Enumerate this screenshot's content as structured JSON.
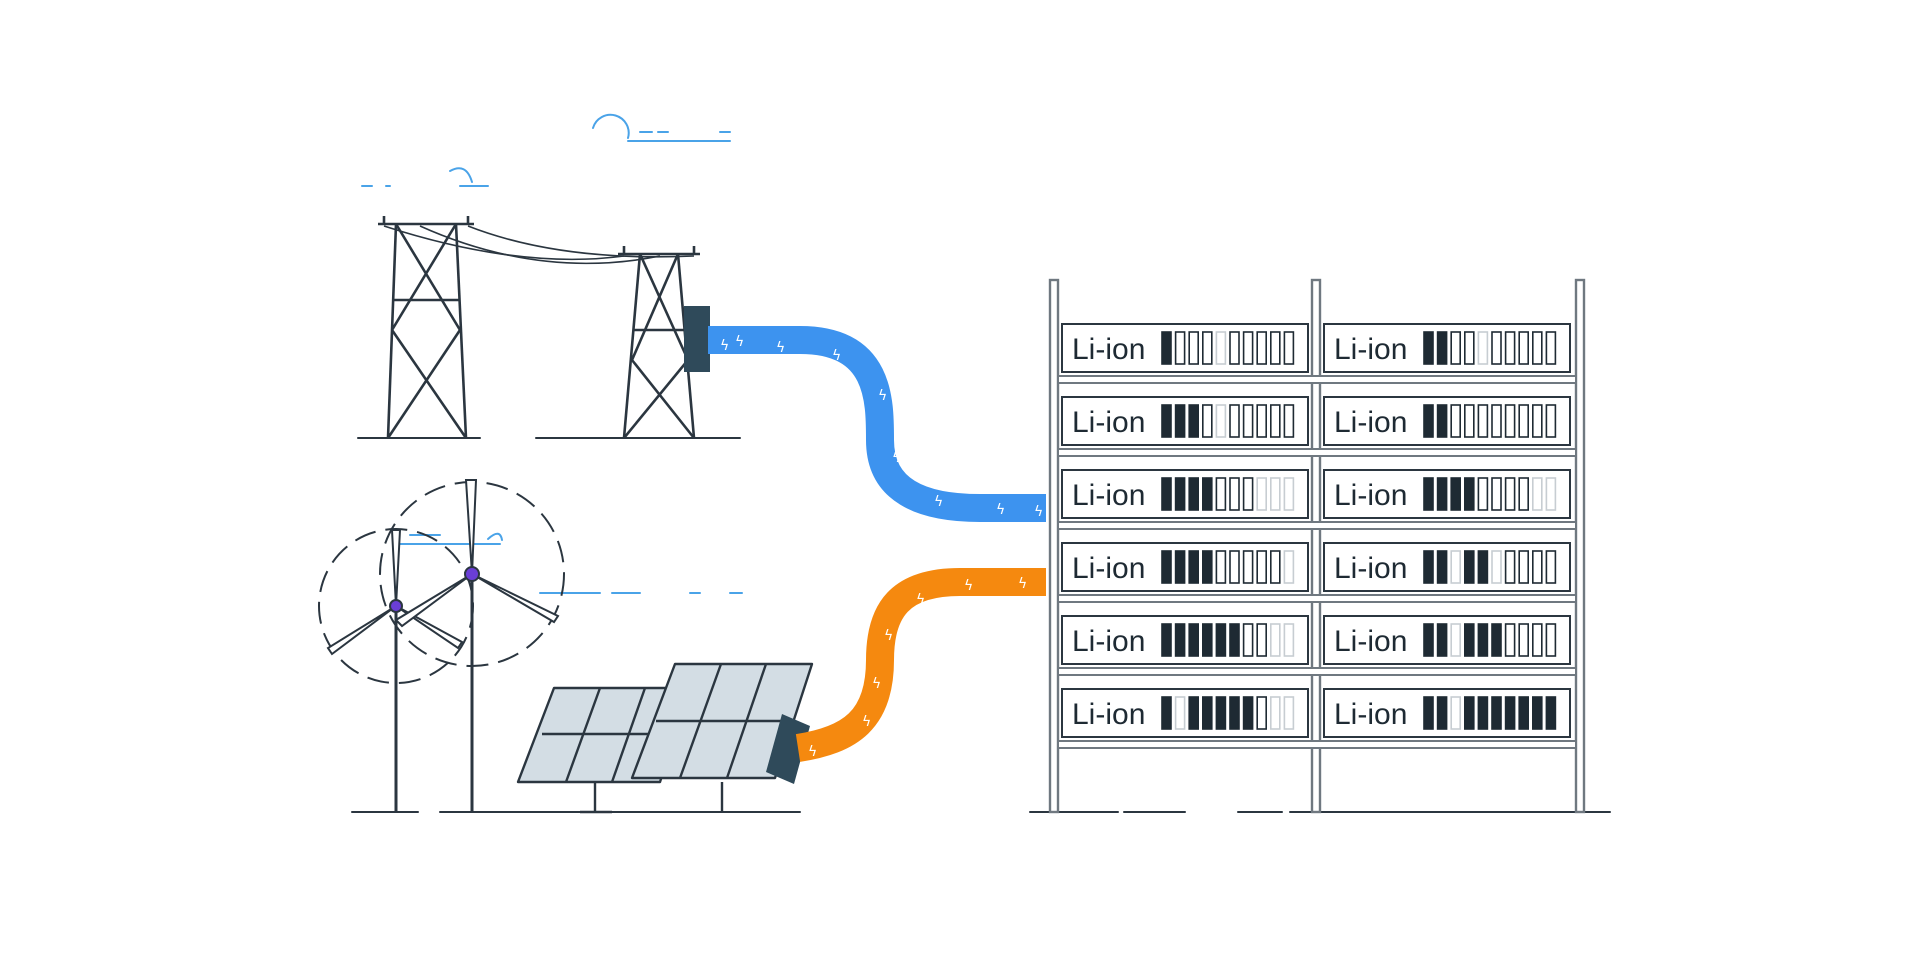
{
  "colors": {
    "ink": "#2b3640",
    "rack": "#6f7880",
    "grid_cable": "#3d93ef",
    "solar_cable": "#f5890f",
    "sky": "#4aa3e8",
    "panel_glass": "#d3dde4",
    "connector": "#2f4a5a",
    "hub": "#6a3ed6"
  },
  "icons": {
    "grid_tower": "transmission-tower-icon",
    "wind_turbine": "wind-turbine-icon",
    "solar_panel": "solar-panel-icon",
    "battery": "battery-cells-icon"
  },
  "rack": {
    "columns": 2,
    "modules": [
      {
        "label": "Li-ion",
        "cells": [
          1,
          0,
          0,
          0,
          0.5,
          0,
          0,
          0,
          0,
          0
        ]
      },
      {
        "label": "Li-ion",
        "cells": [
          1,
          1,
          0,
          0,
          0.5,
          0,
          0,
          0,
          0,
          0
        ]
      },
      {
        "label": "Li-ion",
        "cells": [
          1,
          1,
          1,
          0,
          0.5,
          0,
          0,
          0,
          0,
          0
        ]
      },
      {
        "label": "Li-ion",
        "cells": [
          1,
          1,
          0,
          0,
          0,
          0,
          0,
          0,
          0,
          0
        ]
      },
      {
        "label": "Li-ion",
        "cells": [
          1,
          1,
          1,
          1,
          0,
          0,
          0,
          0.5,
          0.5,
          0.5
        ]
      },
      {
        "label": "Li-ion",
        "cells": [
          1,
          1,
          1,
          1,
          0,
          0,
          0,
          0,
          0.5,
          0.5
        ]
      },
      {
        "label": "Li-ion",
        "cells": [
          1,
          1,
          1,
          1,
          0,
          0,
          0,
          0,
          0,
          0.5
        ]
      },
      {
        "label": "Li-ion",
        "cells": [
          1,
          1,
          0.5,
          1,
          1,
          0.5,
          0,
          0,
          0,
          0
        ]
      },
      {
        "label": "Li-ion",
        "cells": [
          1,
          1,
          1,
          1,
          1,
          1,
          0,
          0,
          0.5,
          0.5
        ]
      },
      {
        "label": "Li-ion",
        "cells": [
          1,
          1,
          0.5,
          1,
          1,
          1,
          0,
          0,
          0,
          0
        ]
      },
      {
        "label": "Li-ion",
        "cells": [
          1,
          0.5,
          1,
          1,
          1,
          1,
          1,
          0,
          0.5,
          0.5
        ]
      },
      {
        "label": "Li-ion",
        "cells": [
          1,
          1,
          0.5,
          1,
          1,
          1,
          1,
          1,
          1,
          1
        ]
      }
    ]
  }
}
